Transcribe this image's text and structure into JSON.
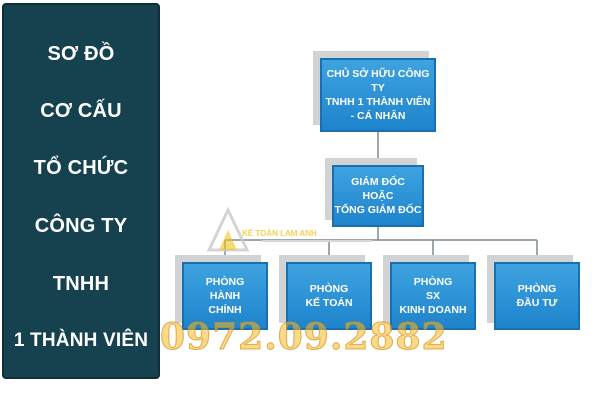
{
  "title_panel": {
    "lines": [
      "SƠ ĐỒ",
      "CƠ CẤU",
      "TỔ CHỨC",
      "CÔNG TY",
      "TNHH",
      "1 THÀNH VIÊN"
    ]
  },
  "org_chart": {
    "owner": {
      "lines": [
        "CHỦ SỞ HỮU CÔNG TY",
        "TNHH 1 THÀNH VIÊN",
        "- CÁ NHÂN"
      ]
    },
    "director": {
      "lines": [
        "GIÁM ĐỐC",
        "HOẶC",
        "TỔNG GIÁM ĐỐC"
      ]
    },
    "departments": [
      {
        "lines": [
          "PHÒNG",
          "HÀNH",
          "CHÍNH"
        ]
      },
      {
        "lines": [
          "PHÒNG",
          "KẾ TOÁN"
        ]
      },
      {
        "lines": [
          "PHÒNG",
          "SX",
          "KINH DOANH"
        ]
      },
      {
        "lines": [
          "PHÒNG",
          "ĐẦU TƯ"
        ]
      }
    ]
  },
  "watermark": {
    "brand": "KẾ TOÁN LAM ANH",
    "phone": "0972.09.2882",
    "colors": {
      "primary": "#f2bc28",
      "box": "#2a93d8",
      "panel": "#16414f"
    }
  }
}
